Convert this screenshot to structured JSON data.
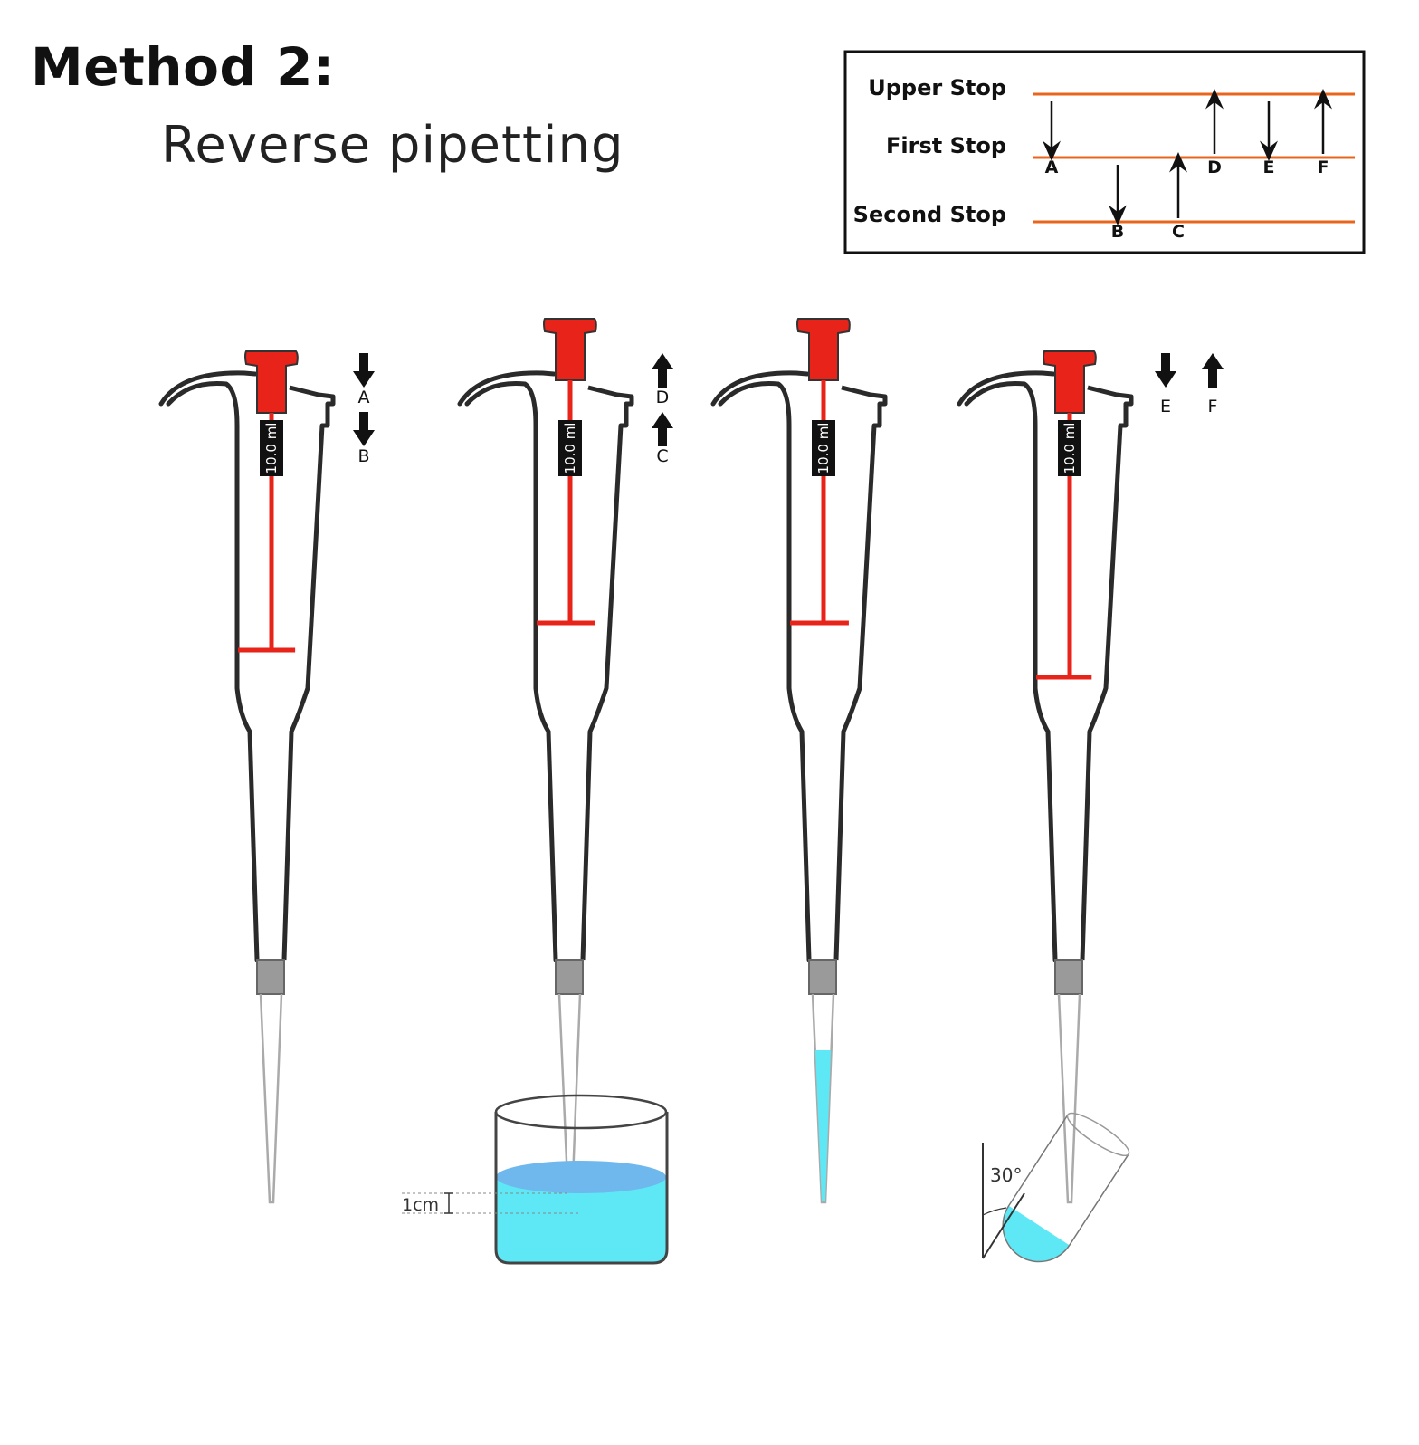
{
  "heading": {
    "title": "Method 2:",
    "subtitle": "Reverse pipetting"
  },
  "legend": {
    "stops": [
      "Upper Stop",
      "First Stop",
      "Second Stop"
    ],
    "steps": [
      {
        "letter": "A",
        "from": "Upper Stop",
        "to": "First Stop",
        "direction": "down"
      },
      {
        "letter": "B",
        "from": "First Stop",
        "to": "Second Stop",
        "direction": "down"
      },
      {
        "letter": "C",
        "from": "Second Stop",
        "to": "First Stop",
        "direction": "up"
      },
      {
        "letter": "D",
        "from": "First Stop",
        "to": "Upper Stop",
        "direction": "up"
      },
      {
        "letter": "E",
        "from": "Upper Stop",
        "to": "First Stop",
        "direction": "down"
      },
      {
        "letter": "F",
        "from": "First Stop",
        "to": "Upper Stop",
        "direction": "up"
      }
    ],
    "line_color": "#e8651e"
  },
  "pipettes": [
    {
      "volume": "10.0 ml",
      "arrows": [
        {
          "letter": "A",
          "direction": "down"
        },
        {
          "letter": "B",
          "direction": "down"
        }
      ]
    },
    {
      "volume": "10.0 ml",
      "arrows": [
        {
          "letter": "D",
          "direction": "up"
        },
        {
          "letter": "C",
          "direction": "up"
        }
      ]
    },
    {
      "volume": "10.0 ml",
      "arrows": []
    },
    {
      "volume": "10.0 ml",
      "arrows": [
        {
          "letter": "E",
          "direction": "down"
        },
        {
          "letter": "F",
          "direction": "up"
        }
      ]
    }
  ],
  "annotations": {
    "depth": "1cm",
    "angle": "30°"
  },
  "colors": {
    "plunger": "#e8231a",
    "liquid": "#5ee8f5",
    "liquid_surface": "#6fb8ee",
    "outline": "#2a2a2a"
  }
}
